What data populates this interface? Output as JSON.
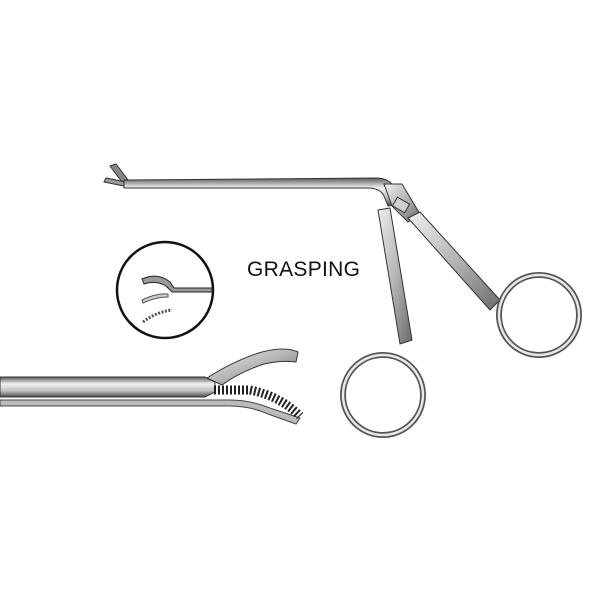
{
  "product": {
    "label": "GRASPING",
    "views": [
      "full-instrument",
      "detail-inset-circle",
      "jaw-closeup"
    ]
  },
  "colors": {
    "background": "#ffffff",
    "metal_light": "#e6e6e6",
    "metal_mid": "#a9a9a9",
    "metal_dark": "#3a3a3a",
    "text": "#111111"
  }
}
